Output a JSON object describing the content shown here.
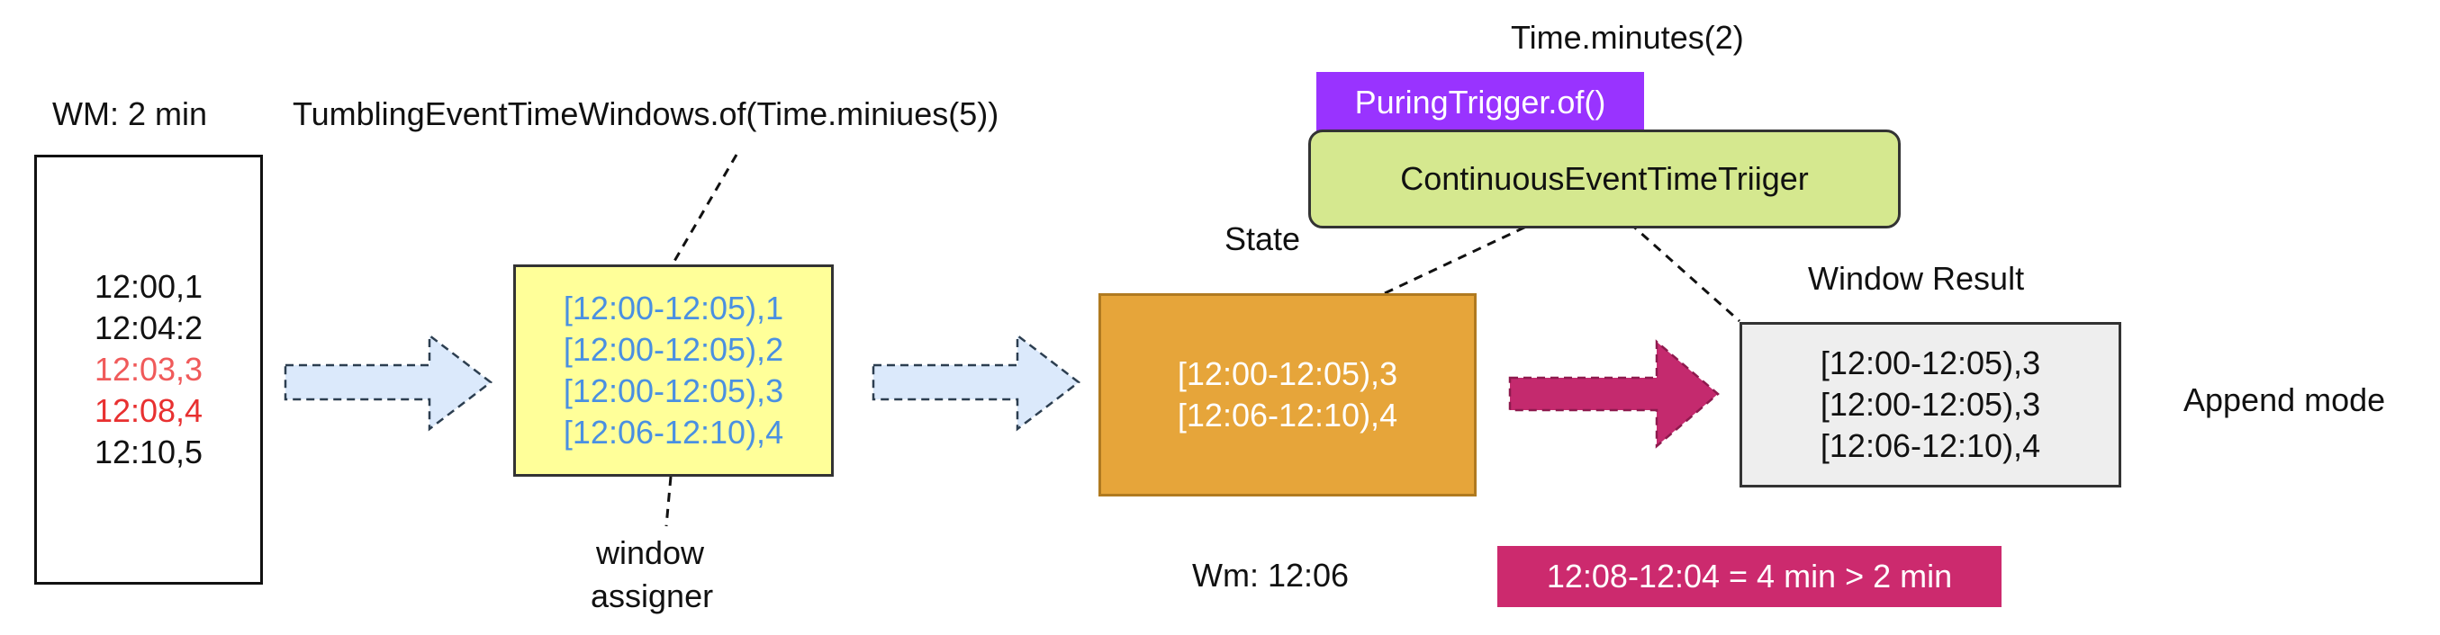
{
  "source": {
    "header": "WM: 2 min",
    "events": [
      {
        "text": "12:00,1",
        "color": "#111111"
      },
      {
        "text": "12:04:2",
        "color": "#111111"
      },
      {
        "text": "12:03,3",
        "color": "#f05a5a"
      },
      {
        "text": "12:08,4",
        "color": "#e83030"
      },
      {
        "text": "12:10,5",
        "color": "#111111"
      }
    ]
  },
  "assigner": {
    "title": "TumblingEventTimeWindows.of(Time.miniues(5))",
    "caption_line1": "window",
    "caption_line2": "assigner",
    "items": [
      "[12:00-12:05),1",
      "[12:00-12:05),2",
      "[12:00-12:05),3",
      "[12:06-12:10),4"
    ],
    "fill": "#ffff99",
    "text_color": "#4a90e2"
  },
  "state": {
    "label": "State",
    "items": [
      "[12:00-12:05),3",
      "[12:06-12:10),4"
    ],
    "watermark": "Wm: 12:06",
    "fill": "#e6a53a"
  },
  "trigger": {
    "interval": "Time.minutes(2)",
    "purging": "PuringTrigger.of()",
    "name": "ContinuousEventTimeTriiger",
    "purging_fill": "#9933ff",
    "trigger_fill": "#d5e88f"
  },
  "result": {
    "label": "Window Result",
    "items": [
      "[12:00-12:05),3",
      "[12:00-12:05),3",
      "[12:06-12:10),4"
    ],
    "mode": "Append mode",
    "fill": "#eeeeee"
  },
  "note": {
    "text": "12:08-12:04 = 4 min > 2 min",
    "fill": "#cc2a6e"
  }
}
